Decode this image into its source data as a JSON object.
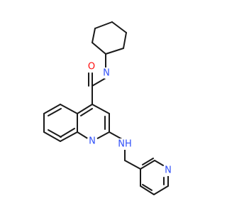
{
  "molecule": {
    "atoms": [
      {
        "label": "N",
        "color": "#3050f8"
      },
      {
        "label": "O",
        "color": "#ff0d0d"
      },
      {
        "label": "NH",
        "color": "#3050f8"
      },
      {
        "label": "N",
        "color": "#3050f8"
      },
      {
        "label": "N",
        "color": "#3050f8"
      }
    ]
  }
}
